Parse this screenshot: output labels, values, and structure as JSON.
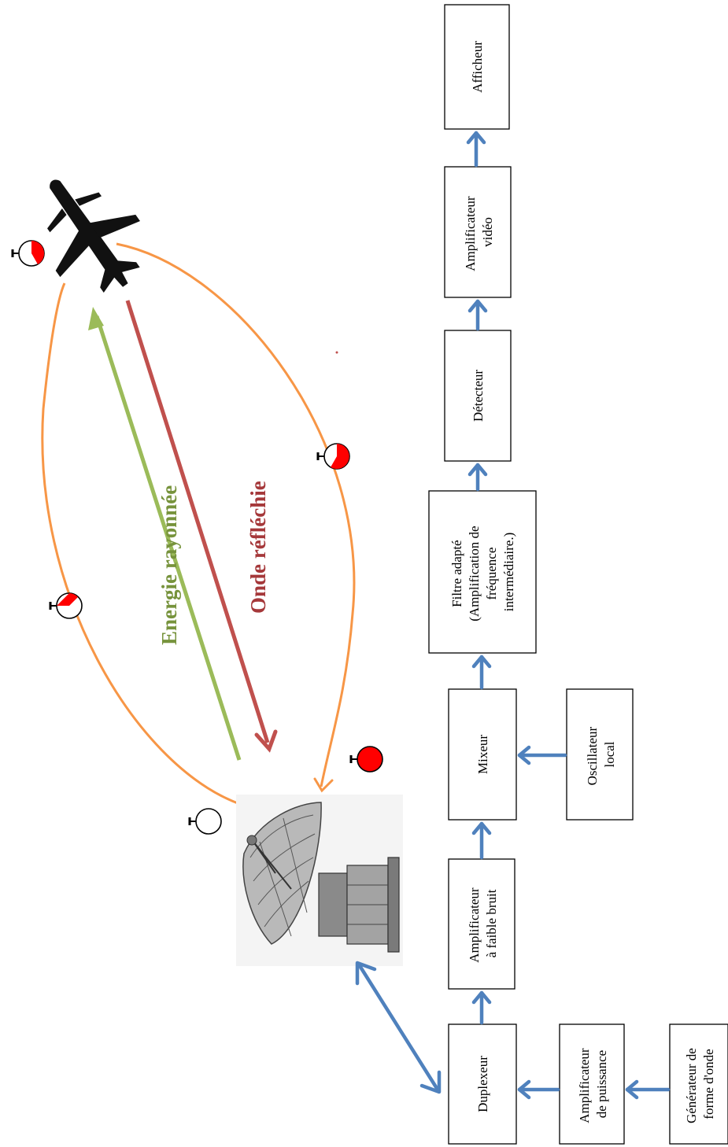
{
  "blocks": {
    "duplexeur": [
      "Duplexeur"
    ],
    "amp_puissance": [
      "Amplificateur",
      "de puissance"
    ],
    "generateur": [
      "Générateur de",
      "forme d'onde"
    ],
    "lna": [
      "Amplificateur",
      "à faible bruit"
    ],
    "mixeur": [
      "Mixeur"
    ],
    "oscillateur": [
      "Oscillateur",
      "local"
    ],
    "filtre": [
      "Filtre adapté",
      "(Amplification de",
      "fréquence",
      "intermédiaire.)"
    ],
    "detecteur": [
      "Détecteur"
    ],
    "amp_video": [
      "Amplificateur",
      "vidéo"
    ],
    "afficheur": [
      "Afficheur"
    ]
  },
  "labels": {
    "energy": "Energie rayonnée",
    "reflected": "Onde réfléchie"
  },
  "colors": {
    "arrow": "#4f81bd",
    "ellipse": "#f79646",
    "energy": "#9bbb59",
    "reflected": "#c0504d",
    "timer_fill": "#ff0000"
  },
  "icons": [
    "airplane-icon",
    "radar-dish-icon",
    "stopwatch-icon"
  ]
}
